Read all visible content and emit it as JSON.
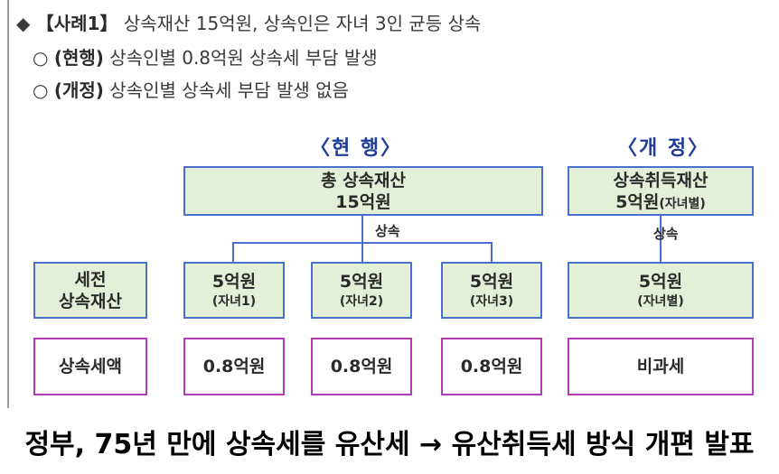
{
  "case": {
    "title_prefix": "◆",
    "title_tag": "【사례1】",
    "title_text": "상속재산 15억원, 상속인은 자녀 3인 균등 상속",
    "items": [
      {
        "bullet": "○",
        "tag": "(현행)",
        "text": "상속인별 0.8억원 상속세 부담 발생"
      },
      {
        "bullet": "○",
        "tag": "(개정)",
        "text": "상속인별 상속세 부담 발생 없음"
      }
    ]
  },
  "current": {
    "header": "〈현 행〉",
    "total_box": {
      "line1": "총 상속재산",
      "line2": "15억원"
    },
    "inherit_label": "상속",
    "left_box": {
      "line1": "세전",
      "line2": "상속재산"
    },
    "left_tax_box": "상속세액",
    "children": [
      {
        "amount": "5억원",
        "who": "(자녀1)",
        "tax": "0.8억원"
      },
      {
        "amount": "5억원",
        "who": "(자녀2)",
        "tax": "0.8억원"
      },
      {
        "amount": "5억원",
        "who": "(자녀3)",
        "tax": "0.8억원"
      }
    ]
  },
  "revised": {
    "header": "〈개 정〉",
    "top_box": {
      "line1": "상속취득재산",
      "line2_main": "5억원",
      "line2_sub": "(자녀별)"
    },
    "inherit_label": "상속",
    "child_box": {
      "amount": "5억원",
      "who": "(자녀별)"
    },
    "tax_box": "비과세"
  },
  "headline": "정부, 75년 만에 상속세를 유산세 → 유산취득세 방식 개편 발표"
}
